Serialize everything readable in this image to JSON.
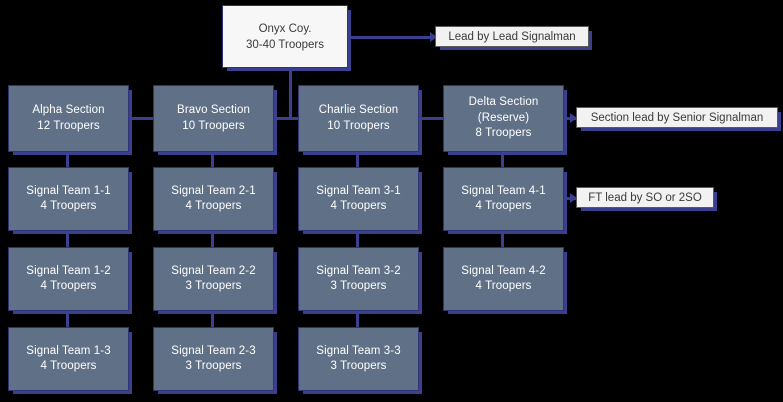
{
  "chart": {
    "type": "diagram",
    "subtype": "org-chart",
    "title": "Onyx Coy. organisation chart",
    "background_color": "#000000",
    "node_fill_color": "#607086",
    "root_fill_color": "#f7f7f7",
    "note_fill_color": "#f2f2f2",
    "connector_color": "#3b3f8f",
    "node_text_color": "#ffffff",
    "note_text_color": "#3a3a3a"
  },
  "root": {
    "line1": "Onyx Coy.",
    "line2": "30-40 Troopers"
  },
  "notes": [
    {
      "id": "note-lead",
      "text": "Lead by Lead Signalman"
    },
    {
      "id": "note-section",
      "text": "Section lead by Senior Signalman"
    },
    {
      "id": "note-ft",
      "text": "FT lead by SO or 2SO"
    }
  ],
  "sections": [
    {
      "id": "alpha",
      "line1": "Alpha Section",
      "line2": "12 Troopers",
      "line3": ""
    },
    {
      "id": "bravo",
      "line1": "Bravo Section",
      "line2": "10 Troopers",
      "line3": ""
    },
    {
      "id": "charlie",
      "line1": "Charlie Section",
      "line2": "10 Troopers",
      "line3": ""
    },
    {
      "id": "delta",
      "line1": "Delta Section",
      "line2": "(Reserve)",
      "line3": "8 Troopers"
    }
  ],
  "teams": {
    "row1": [
      {
        "id": "t11",
        "line1": "Signal Team 1-1",
        "line2": "4 Troopers"
      },
      {
        "id": "t21",
        "line1": "Signal Team 2-1",
        "line2": "4 Troopers"
      },
      {
        "id": "t31",
        "line1": "Signal Team 3-1",
        "line2": "4 Troopers"
      },
      {
        "id": "t41",
        "line1": "Signal Team 4-1",
        "line2": "4 Troopers"
      }
    ],
    "row2": [
      {
        "id": "t12",
        "line1": "Signal Team 1-2",
        "line2": "4 Troopers"
      },
      {
        "id": "t22",
        "line1": "Signal Team 2-2",
        "line2": "3 Troopers"
      },
      {
        "id": "t32",
        "line1": "Signal Team 3-2",
        "line2": "3 Troopers"
      },
      {
        "id": "t42",
        "line1": "Signal Team 4-2",
        "line2": "4 Troopers"
      }
    ],
    "row3": [
      {
        "id": "t13",
        "line1": "Signal Team 1-3",
        "line2": "4 Troopers"
      },
      {
        "id": "t23",
        "line1": "Signal Team 2-3",
        "line2": "3 Troopers"
      },
      {
        "id": "t33",
        "line1": "Signal Team 3-3",
        "line2": "3 Troopers"
      }
    ]
  }
}
